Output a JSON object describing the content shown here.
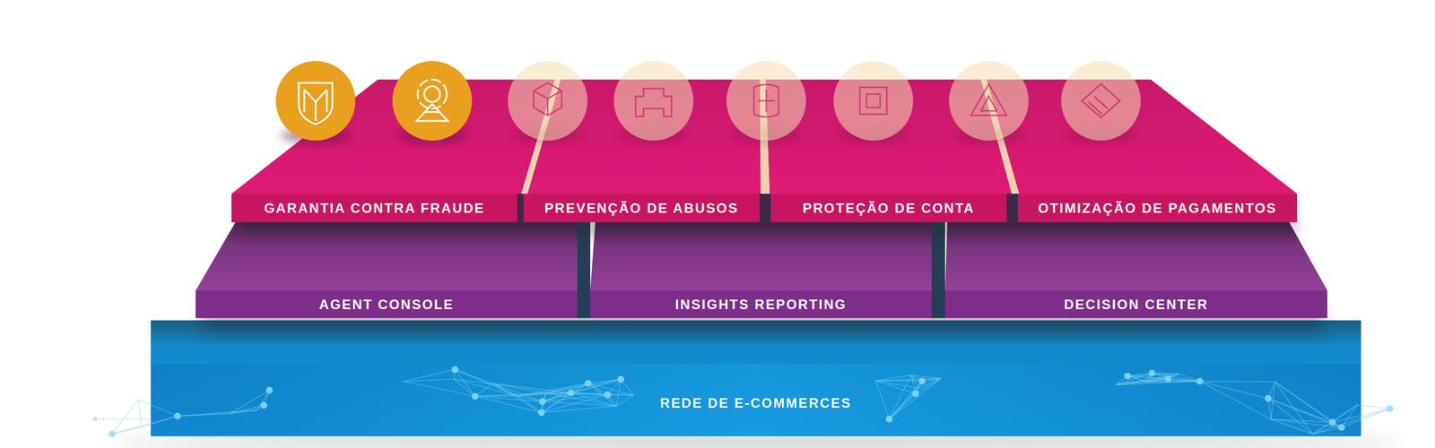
{
  "diagram": {
    "nodes": [
      {
        "text": [
          "GARANTIA CONTRA FRAUDE"
        ]
      },
      {
        "text": [
          "PREVENÇÃO DE ABUSOS"
        ]
      },
      {
        "text": [
          "PROTEÇÃO DE CONTA"
        ]
      },
      {
        "text": [
          "OTIMIZAÇÃO DE PAGAMENTOS"
        ]
      },
      {
        "text": [
          "AGENT CONSOLE"
        ]
      },
      {
        "text": [
          "INSIGHTS REPORTING"
        ]
      },
      {
        "text": [
          "DECISION CENTER"
        ]
      },
      {
        "text": [
          "REDE DE E-COMMERCES"
        ]
      }
    ]
  }
}
